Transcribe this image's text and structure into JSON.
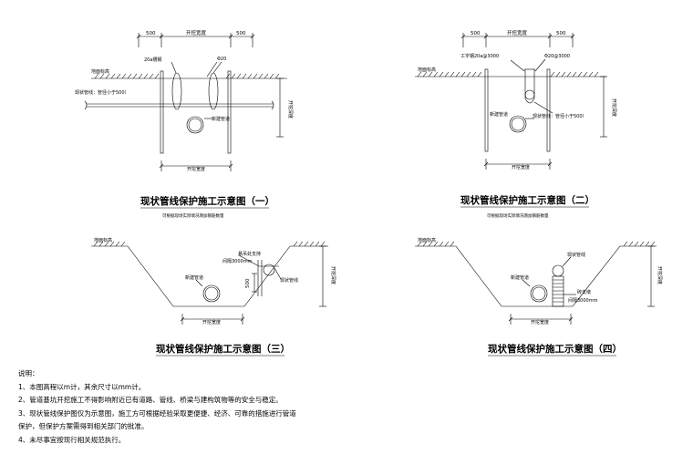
{
  "diagram1": {
    "dims": [
      "500",
      "开挖宽度",
      "500"
    ],
    "bottom_dim": "开挖宽度",
    "ground_label": "地面标高",
    "steel_label": "20a槽钢",
    "pipe_dia_label": "Φ20",
    "existing_pipe_label": "现状管线：管径小于500）",
    "new_pipe_label": "新建管道",
    "depth_label": "开挖深度",
    "title": "现状管线保护施工示意图（一）",
    "subtitle": "可根据现场实际情况增加钢筋数量"
  },
  "diagram2": {
    "dims": [
      "500",
      "开挖宽度",
      "500"
    ],
    "bottom_dim": "开挖宽度",
    "ground_label": "地面标高",
    "steel_label": "工字钢20a@3000",
    "pipe_dia_label": "Φ20@3000",
    "existing_pipe_label": "现状管线：管径小于500）",
    "new_pipe_label": "新建管道",
    "depth_label": "开挖深度",
    "title": "现状管线保护施工示意图（二）",
    "subtitle": "可根据现场实际情况增加钢筋数量"
  },
  "diagram3": {
    "ground_label": "地面标高",
    "hanger_label_1": "悬吊处支持",
    "hanger_label_2": "间隔3000mm",
    "existing_pipe_label": "现状管线",
    "new_pipe_label": "新建管道",
    "dim_500": "500",
    "bottom_dim": "开挖宽度",
    "depth_label": "开挖深度",
    "title": "现状管线保护施工示意图（三）"
  },
  "diagram4": {
    "ground_label": "地面标高",
    "existing_pipe_label": "现状管线",
    "new_pipe_label": "新建管道",
    "support_label_1": "砖支墩",
    "support_label_2": "间隔3000mm",
    "bottom_dim": "开挖宽度",
    "depth_label": "开挖深度",
    "title": "现状管线保护施工示意图（四）"
  },
  "notes": [
    "说明：",
    "1、本图高程以m计，其余尺寸以mm计。",
    "2、管道基坑开挖施工不得影响附近已有道路、管线、桥梁与建构筑物等的安全与稳定。",
    "3、现状管线保护图仅为示意图，施工方可根据经验采取更便捷、经济、可靠的措施进行管道",
    "保护，但保护方案需得到相关部门的批准。",
    "4、未尽事宜按现行相关规范执行。"
  ]
}
